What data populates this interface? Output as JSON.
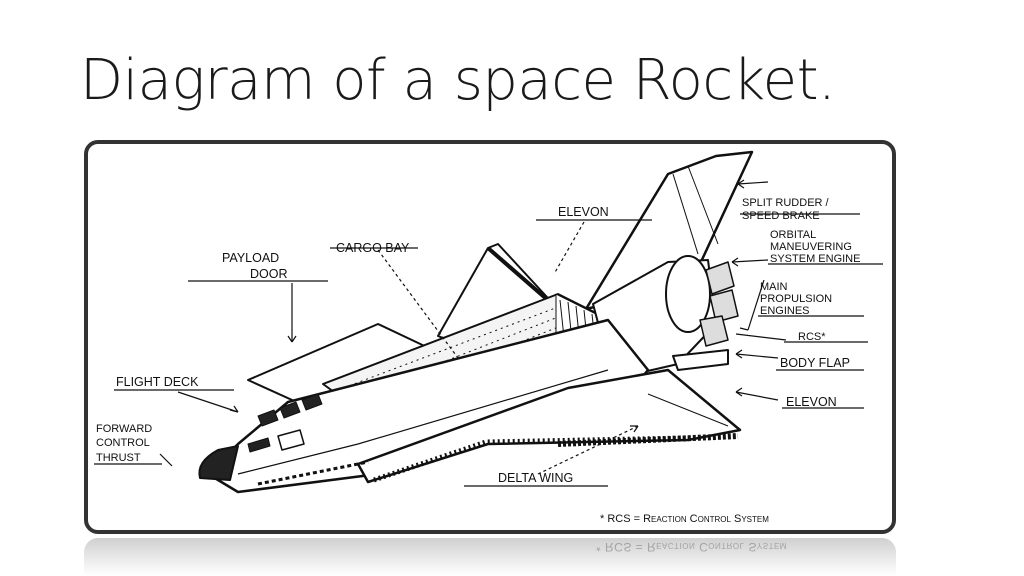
{
  "slide": {
    "title": "Diagram of a space Rocket."
  },
  "diagram": {
    "labels": {
      "elevon_top": "ELEVON",
      "split_rudder_1": "SPLIT RUDDER /",
      "split_rudder_2": "SPEED BRAKE",
      "oms_1": "ORBITAL",
      "oms_2": "MANEUVERING",
      "oms_3": "SYSTEM ENGINE",
      "payload_door_1": "PAYLOAD",
      "payload_door_2": "DOOR",
      "cargo_bay": "CARGO BAY",
      "main_prop_1": "MAIN",
      "main_prop_2": "PROPULSION",
      "main_prop_3": "ENGINES",
      "rcs": "RCS*",
      "body_flap": "BODY FLAP",
      "flight_deck": "FLIGHT DECK",
      "elevon_bottom": "ELEVON",
      "forward_1": "FORWARD",
      "forward_2": "CONTROL",
      "forward_3": "THRUST",
      "delta_wing": "DELTA WING",
      "rcs_note": "* RCS = Reaction Control System"
    }
  }
}
